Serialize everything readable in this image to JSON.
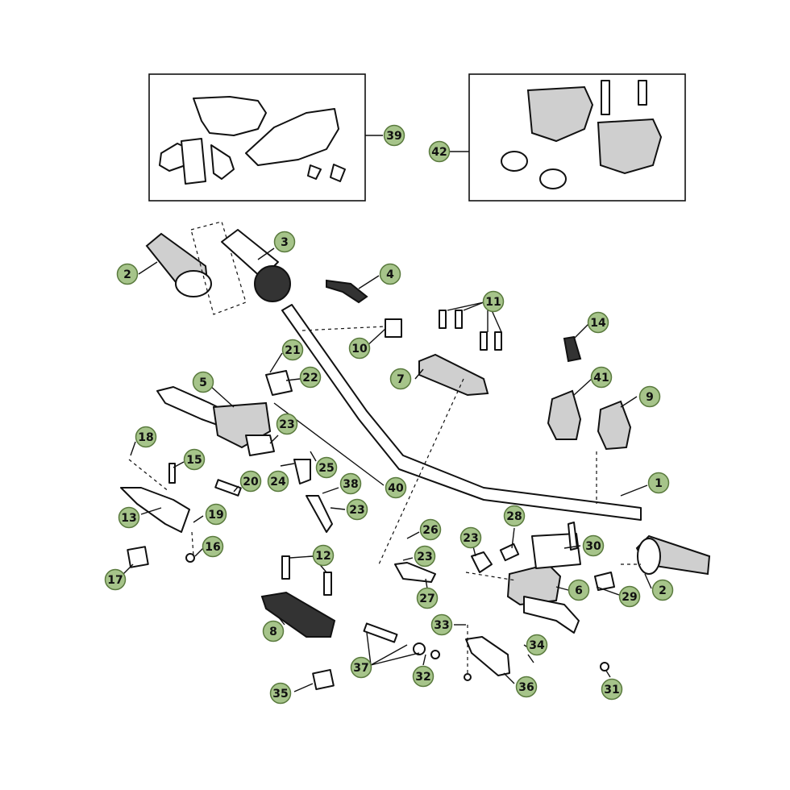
{
  "callouts": [
    {
      "label": "39"
    },
    {
      "label": "42"
    },
    {
      "label": "2"
    },
    {
      "label": "3"
    },
    {
      "label": "4"
    },
    {
      "label": "11"
    },
    {
      "label": "14"
    },
    {
      "label": "10"
    },
    {
      "label": "21"
    },
    {
      "label": "22"
    },
    {
      "label": "7"
    },
    {
      "label": "41"
    },
    {
      "label": "9"
    },
    {
      "label": "5"
    },
    {
      "label": "23"
    },
    {
      "label": "18"
    },
    {
      "label": "15"
    },
    {
      "label": "24"
    },
    {
      "label": "25"
    },
    {
      "label": "20"
    },
    {
      "label": "38"
    },
    {
      "label": "40"
    },
    {
      "label": "1"
    },
    {
      "label": "13"
    },
    {
      "label": "19"
    },
    {
      "label": "23"
    },
    {
      "label": "28"
    },
    {
      "label": "26"
    },
    {
      "label": "23"
    },
    {
      "label": "30"
    },
    {
      "label": "16"
    },
    {
      "label": "12"
    },
    {
      "label": "23"
    },
    {
      "label": "17"
    },
    {
      "label": "27"
    },
    {
      "label": "6"
    },
    {
      "label": "29"
    },
    {
      "label": "2"
    },
    {
      "label": "8"
    },
    {
      "label": "33"
    },
    {
      "label": "34"
    },
    {
      "label": "37"
    },
    {
      "label": "32"
    },
    {
      "label": "36"
    },
    {
      "label": "31"
    },
    {
      "label": "35"
    }
  ],
  "colors": {
    "badge_fill": "#a6c48a",
    "badge_stroke": "#5a7a3e",
    "line": "#111111",
    "background": "#ffffff"
  }
}
